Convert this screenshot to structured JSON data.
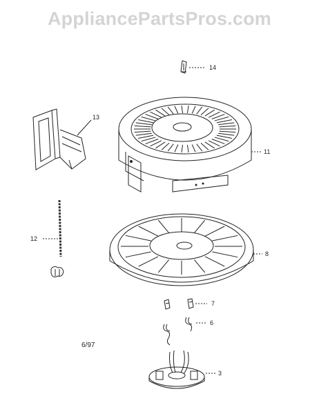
{
  "watermark": "AppliancePartsPros.com",
  "date_code": "6/97",
  "callouts": [
    {
      "id": "part-14",
      "label": "14"
    },
    {
      "id": "part-13",
      "label": "13"
    },
    {
      "id": "part-11",
      "label": "11"
    },
    {
      "id": "part-12",
      "label": "12"
    },
    {
      "id": "part-8",
      "label": "8"
    },
    {
      "id": "part-7",
      "label": "7"
    },
    {
      "id": "part-6",
      "label": "6"
    },
    {
      "id": "part-3",
      "label": "3"
    }
  ],
  "colors": {
    "line": "#222222",
    "watermark": "#d4d4d4"
  }
}
